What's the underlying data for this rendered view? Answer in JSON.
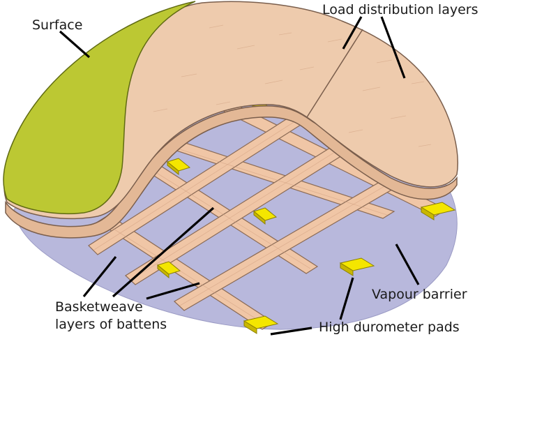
{
  "labels": {
    "surface": "Surface",
    "load_layers": "Load distribution layers",
    "vapour_barrier": "Vapour barrier",
    "pads": "High durometer pads",
    "battens_line1": "Basketweave",
    "battens_line2": "layers of battens"
  },
  "colors": {
    "surface": "#bcc833",
    "wood_layer": "#eecbad",
    "vapour_barrier": "#b8b8dc",
    "batten": "#f0c6a6",
    "pad": "#f4e600"
  }
}
